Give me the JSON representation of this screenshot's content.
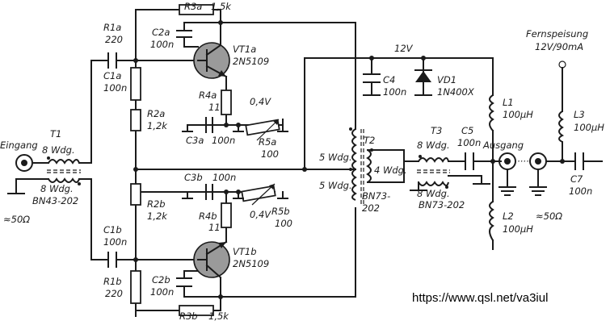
{
  "labels": {
    "R3a": "R3a",
    "R3a_val": "1,5k",
    "R1a": "R1a",
    "R1a_val": "220",
    "C2a": "C2a",
    "C2a_val": "100n",
    "VT1a": "VT1a",
    "VT1a_type": "2N5109",
    "C1a": "C1a",
    "C1a_val": "100n",
    "R4a": "R4a",
    "R4a_val": "11",
    "V_a": "0,4V",
    "R2a": "R2a",
    "R2a_val": "1,2k",
    "C3a": "C3a",
    "C3a_val": "100n",
    "R5a": "R5a",
    "R5a_val": "100",
    "T1": "T1",
    "T1_wdg1": "8 Wdg.",
    "T1_wdg2": "8 Wdg.",
    "T1_core": "BN43-202",
    "Eingang": "Eingang",
    "Z_in": "≈50Ω",
    "C3b": "C3b",
    "C3b_val": "100n",
    "R2b": "R2b",
    "R2b_val": "1,2k",
    "R4b": "R4b",
    "R4b_val": "11",
    "V_b": "0,4V",
    "R5b": "R5b",
    "R5b_val": "100",
    "C1b": "C1b",
    "C1b_val": "100n",
    "VT1b": "VT1b",
    "VT1b_type": "2N5109",
    "R1b": "R1b",
    "R1b_val": "220",
    "C2b": "C2b",
    "C2b_val": "100n",
    "R3b": "R3b",
    "R3b_val": "1,5k",
    "supply": "12V",
    "C4": "C4",
    "C4_val": "100n",
    "VD1": "VD1",
    "VD1_type": "1N400X",
    "L1": "L1",
    "L1_val": "100µH",
    "T2": "T2",
    "T2_wdg_a": "5 Wdg.",
    "T2_wdg_b": "5 Wdg.",
    "T2_wdg_c": "4 Wdg.",
    "T2_core1": "BN73-",
    "T2_core2": "202",
    "T3": "T3",
    "T3_wdg1": "8 Wdg.",
    "T3_wdg2": "8 Wdg.",
    "T3_core": "BN73-202",
    "C5": "C5",
    "C5_val": "100n",
    "Ausgang": "Ausgang",
    "L2": "L2",
    "L2_val": "100µH",
    "Fernspeisung": "Fernspeisung",
    "Fern_val": "12V/90mA",
    "L3": "L3",
    "L3_val": "100µH",
    "C7": "C7",
    "C7_val": "100n",
    "Z_out": "≈50Ω"
  },
  "footer": {
    "url": "https://www.qsl.net/va3iul"
  }
}
